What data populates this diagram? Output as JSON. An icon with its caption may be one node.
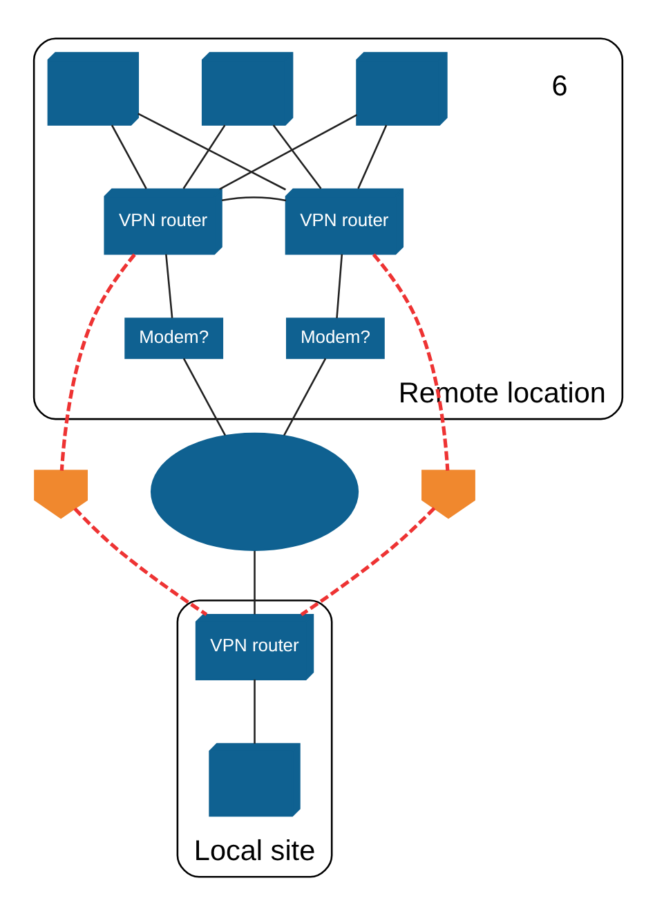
{
  "diagram": {
    "nodes": [
      {
        "text": [
          "Remote location"
        ]
      },
      {
        "text": [],
        "shape": "computer",
        "in": 0
      },
      {
        "text": [],
        "shape": "computer",
        "in": 0
      },
      {
        "text": [],
        "shape": "computer",
        "in": 0
      },
      {
        "text": [
          "VPN router"
        ],
        "in": 0
      },
      {
        "text": [
          "VPN router"
        ],
        "in": 0
      },
      {
        "text": [
          "Modem?"
        ],
        "in": 0
      },
      {
        "text": [
          "Modem?"
        ],
        "in": 0
      },
      {
        "text": [],
        "shape": "lock"
      },
      {
        "text": [],
        "shape": "cloud"
      },
      {
        "text": [],
        "shape": "lock"
      },
      {
        "text": [
          "Local site"
        ]
      },
      {
        "text": [
          "VPN router"
        ],
        "in": 11
      },
      {
        "text": [],
        "shape": "computer",
        "in": 11
      }
    ],
    "edges": [
      {
        "from": 1,
        "to": 4,
        "arrow": "none"
      },
      {
        "from": 1,
        "to": 5,
        "arrow": "none"
      },
      {
        "from": 2,
        "to": 4,
        "arrow": "none"
      },
      {
        "from": 2,
        "to": 5,
        "arrow": "none"
      },
      {
        "from": 3,
        "to": 4,
        "arrow": "none"
      },
      {
        "from": 3,
        "to": 5,
        "arrow": "none"
      },
      {
        "from": 4,
        "to": 5,
        "arrow": "none"
      },
      {
        "from": 4,
        "to": 6,
        "arrow": "none"
      },
      {
        "from": 5,
        "to": 7,
        "arrow": "none"
      },
      {
        "from": 6,
        "to": 9,
        "arrow": "none"
      },
      {
        "from": 7,
        "to": 9,
        "arrow": "none"
      },
      {
        "from": 9,
        "to": 12,
        "arrow": "none"
      },
      {
        "from": 12,
        "to": 13,
        "arrow": "none"
      },
      {
        "from": 4,
        "to": 8,
        "arrow": "none",
        "style": "dashed",
        "color": "#ee3333"
      },
      {
        "from": 8,
        "to": 12,
        "arrow": "none",
        "style": "dashed",
        "color": "#ee3333"
      },
      {
        "from": 5,
        "to": 10,
        "arrow": "none",
        "style": "dashed",
        "color": "#ee3333"
      },
      {
        "from": 10,
        "to": 12,
        "arrow": "none",
        "style": "dashed",
        "color": "#ee3333"
      }
    ],
    "labels": [
      "6"
    ]
  }
}
